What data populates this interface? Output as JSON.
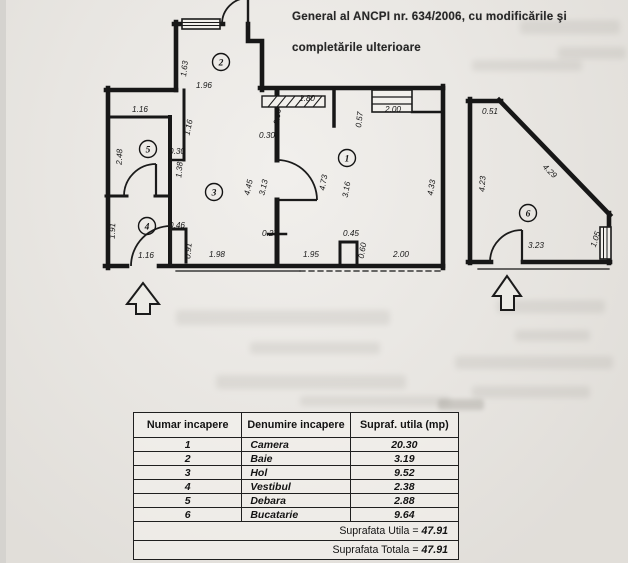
{
  "header": {
    "line1": "General al ANCPI nr. 634/2006, cu modificările şi",
    "line2": "completările ulterioare"
  },
  "plan": {
    "rooms": [
      "1",
      "2",
      "3",
      "4",
      "5",
      "6"
    ],
    "dims": [
      "1.63",
      "1.96",
      "1.16",
      "2.48",
      "1.16",
      "0.30",
      "1.38",
      "4.45",
      "3.13",
      "1.91",
      "0.46",
      "0.91",
      "1.16",
      "1.98",
      "0.27",
      "1.95",
      "0.45",
      "0.60",
      "2.00",
      "1.80",
      "0.96",
      "0.30",
      "0.57",
      "2.00",
      "4.73",
      "3.16",
      "4.33",
      "0.51",
      "4.23",
      "4.29",
      "1.05",
      "3.23"
    ]
  },
  "table": {
    "headers": [
      "Numar incapere",
      "Denumire incapere",
      "Supraf. utila (mp)"
    ],
    "rows": [
      {
        "num": "1",
        "name": "Camera",
        "area": "20.30"
      },
      {
        "num": "2",
        "name": "Baie",
        "area": "3.19"
      },
      {
        "num": "3",
        "name": "Hol",
        "area": "9.52"
      },
      {
        "num": "4",
        "name": "Vestibul",
        "area": "2.38"
      },
      {
        "num": "5",
        "name": "Debara",
        "area": "2.88"
      },
      {
        "num": "6",
        "name": "Bucatarie",
        "area": "9.64"
      }
    ],
    "footer": [
      {
        "label": "Suprafata Utila =",
        "value": "47.91"
      },
      {
        "label": "Suprafata Totala =",
        "value": "47.91"
      }
    ]
  }
}
